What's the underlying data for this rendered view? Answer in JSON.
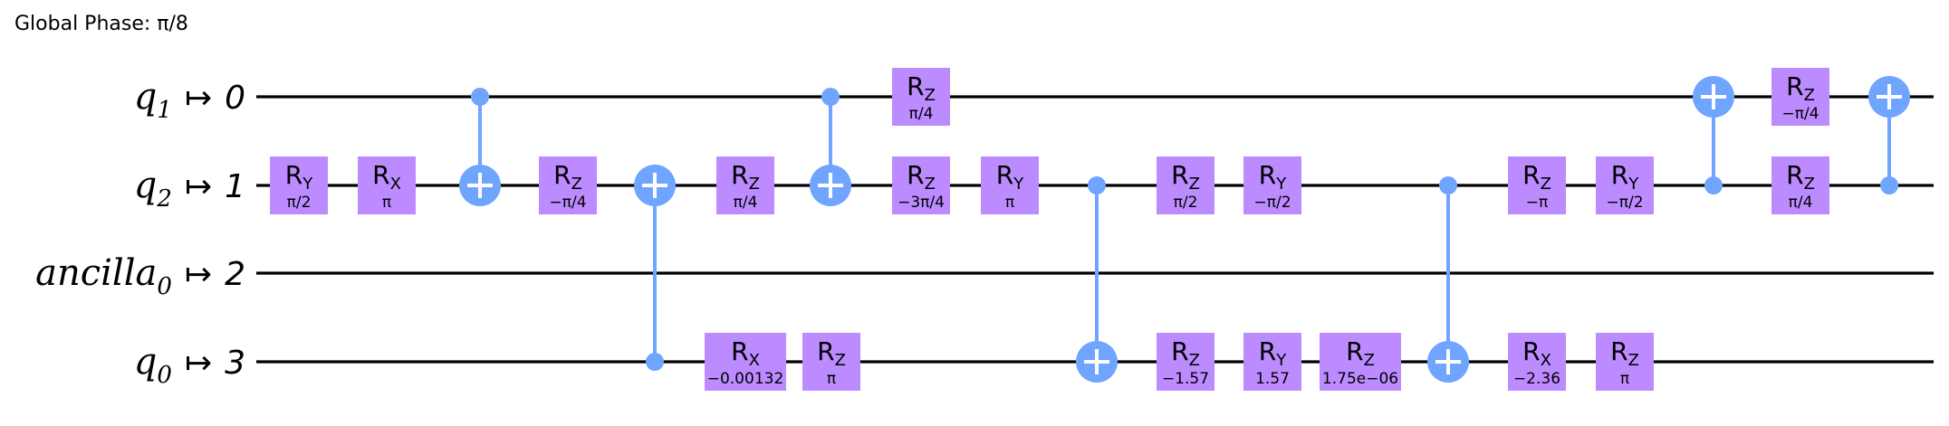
{
  "global_phase": "Global Phase: π/8",
  "qubits": [
    {
      "name": "q",
      "sub": "1",
      "arrow": "↦",
      "index": "0"
    },
    {
      "name": "q",
      "sub": "2",
      "arrow": "↦",
      "index": "1"
    },
    {
      "name": "ancilla",
      "sub": "0",
      "arrow": "↦",
      "index": "2"
    },
    {
      "name": "q",
      "sub": "0",
      "arrow": "↦",
      "index": "3"
    }
  ],
  "colors": {
    "gate_fill": "#bb8bff",
    "control": "#6fa4ff",
    "wire": "#000000"
  },
  "operations": [
    {
      "type": "gate",
      "label": "R",
      "sub": "Y",
      "param": "π/2",
      "wire": 1,
      "col": 0
    },
    {
      "type": "gate",
      "label": "R",
      "sub": "X",
      "param": "π",
      "wire": 1,
      "col": 1
    },
    {
      "type": "cx",
      "control": 0,
      "target": 1,
      "col": 2
    },
    {
      "type": "gate",
      "label": "R",
      "sub": "Z",
      "param": "−π/4",
      "wire": 1,
      "col": 3
    },
    {
      "type": "cx",
      "control": 3,
      "target": 1,
      "col": 4
    },
    {
      "type": "gate",
      "label": "R",
      "sub": "X",
      "param": "−0.00132",
      "wire": 3,
      "col": 5,
      "wide": true
    },
    {
      "type": "gate",
      "label": "R",
      "sub": "Z",
      "param": "π/4",
      "wire": 1,
      "col": 5
    },
    {
      "type": "gate",
      "label": "R",
      "sub": "Z",
      "param": "π",
      "wire": 3,
      "col": 6
    },
    {
      "type": "cx",
      "control": 0,
      "target": 1,
      "col": 7
    },
    {
      "type": "gate",
      "label": "R",
      "sub": "Z",
      "param": "π/4",
      "wire": 0,
      "col": 8
    },
    {
      "type": "gate",
      "label": "R",
      "sub": "Z",
      "param": "−3π/4",
      "wire": 1,
      "col": 8
    },
    {
      "type": "gate",
      "label": "R",
      "sub": "Y",
      "param": "π",
      "wire": 1,
      "col": 9
    },
    {
      "type": "cx",
      "control": 1,
      "target": 3,
      "col": 10
    },
    {
      "type": "gate",
      "label": "R",
      "sub": "Z",
      "param": "π/2",
      "wire": 1,
      "col": 11
    },
    {
      "type": "gate",
      "label": "R",
      "sub": "Z",
      "param": "−1.57",
      "wire": 3,
      "col": 11
    },
    {
      "type": "gate",
      "label": "R",
      "sub": "Y",
      "param": "−π/2",
      "wire": 1,
      "col": 12
    },
    {
      "type": "gate",
      "label": "R",
      "sub": "Y",
      "param": "1.57",
      "wire": 3,
      "col": 12
    },
    {
      "type": "gate",
      "label": "R",
      "sub": "Z",
      "param": "1.75e−06",
      "wire": 3,
      "col": 13,
      "wide": true
    },
    {
      "type": "cx",
      "control": 1,
      "target": 3,
      "col": 14
    },
    {
      "type": "gate",
      "label": "R",
      "sub": "Z",
      "param": "−π",
      "wire": 1,
      "col": 15
    },
    {
      "type": "gate",
      "label": "R",
      "sub": "X",
      "param": "−2.36",
      "wire": 3,
      "col": 15
    },
    {
      "type": "gate",
      "label": "R",
      "sub": "Y",
      "param": "−π/2",
      "wire": 1,
      "col": 16
    },
    {
      "type": "gate",
      "label": "R",
      "sub": "Z",
      "param": "π",
      "wire": 3,
      "col": 16
    },
    {
      "type": "cx",
      "control": 1,
      "target": 0,
      "col": 17
    },
    {
      "type": "gate",
      "label": "R",
      "sub": "Z",
      "param": "−π/4",
      "wire": 0,
      "col": 18
    },
    {
      "type": "gate",
      "label": "R",
      "sub": "Z",
      "param": "π/4",
      "wire": 1,
      "col": 18
    },
    {
      "type": "cx",
      "control": 1,
      "target": 0,
      "col": 19
    }
  ]
}
